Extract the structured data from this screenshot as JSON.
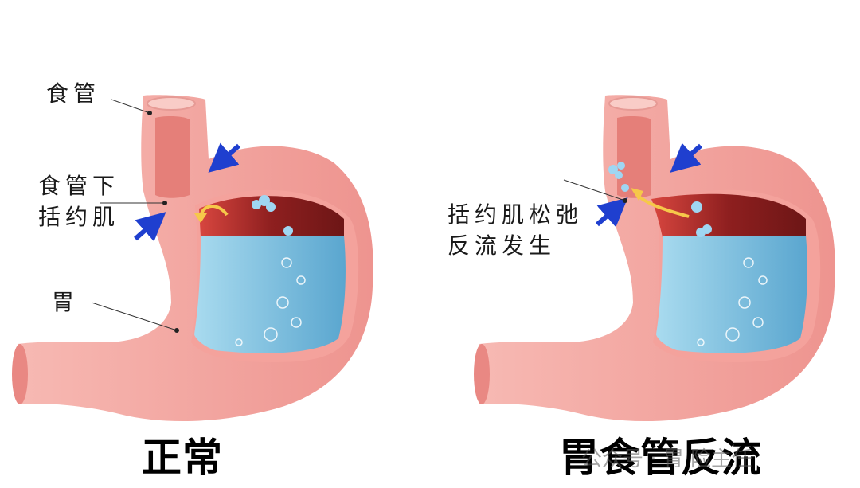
{
  "left": {
    "label_esophagus": "食管",
    "label_les_line1": "食管下",
    "label_les_line2": "括约肌",
    "label_stomach": "胃",
    "title": "正常"
  },
  "right": {
    "label_relax_line1": "括约肌松弛",
    "label_relax_line2": "反流发生",
    "title": "胃食管反流"
  },
  "watermark": "公众号 · 胃 险主任",
  "colors": {
    "wall": "#f4a9a3",
    "wall_dark": "#e78a86",
    "inner_wall": "#f07f77",
    "gas": "#8e1f1f",
    "acid": "#7fc4e2",
    "acid_dark": "#4e9ec9",
    "arrow": "#1f3fcf",
    "reflux_arrow": "#f6c84a"
  }
}
